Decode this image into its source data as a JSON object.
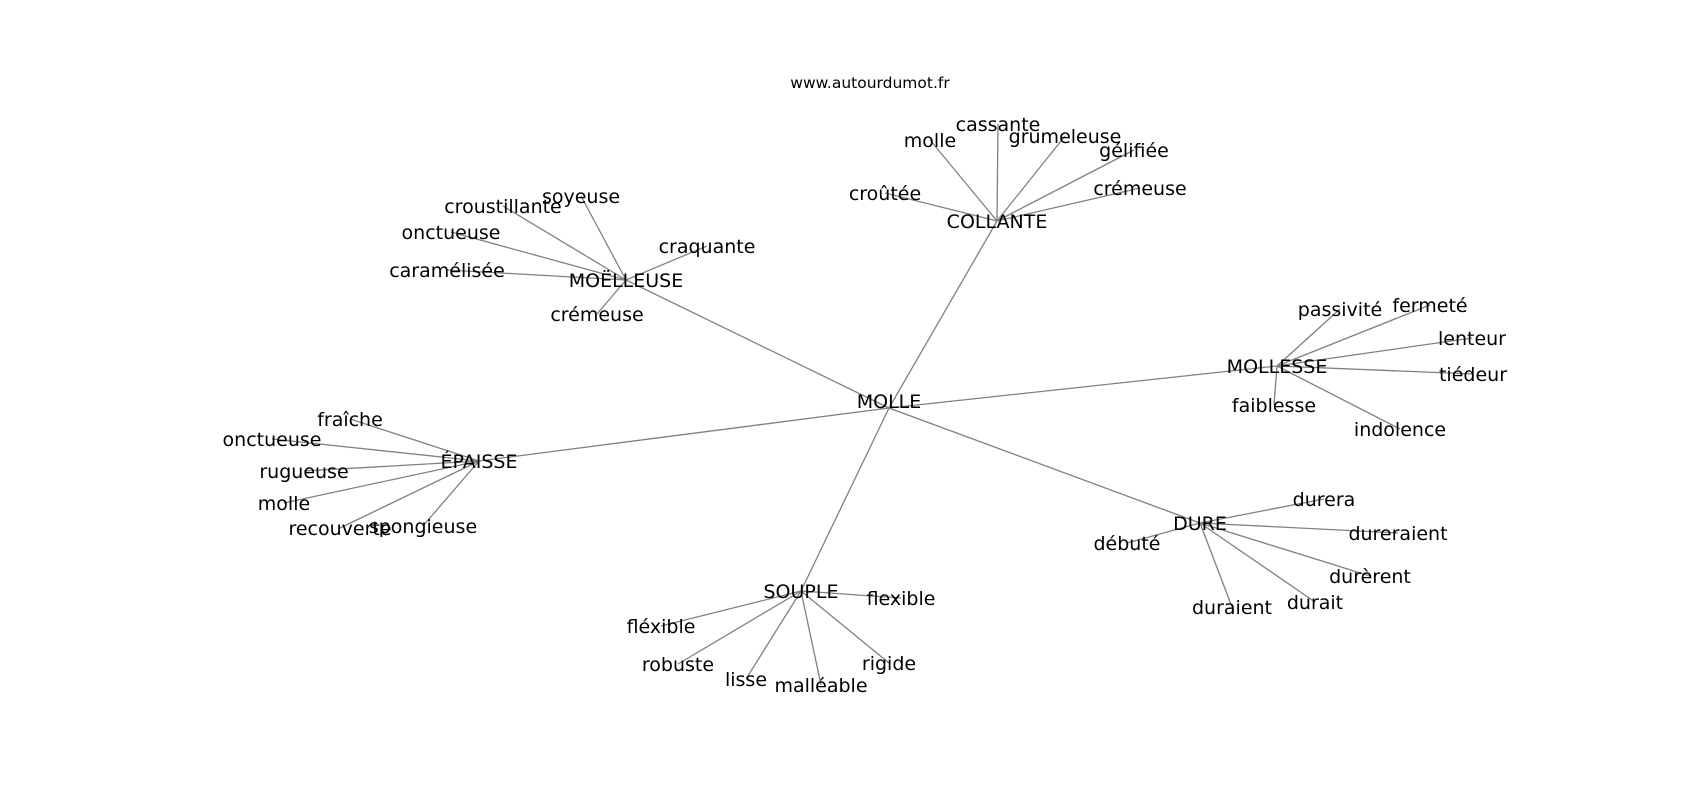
{
  "site": "www.autourdumot.fr",
  "center": "MOLLE",
  "clusters": [
    {
      "hub": "COLLANTE",
      "leaves": [
        "molle",
        "cassante",
        "grumeleuse",
        "gélifiée",
        "crémeuse",
        "croûtée"
      ]
    },
    {
      "hub": "MOËLLEUSE",
      "leaves": [
        "soyeuse",
        "croustillante",
        "onctueuse",
        "caramélisée",
        "crémeuse",
        "craquante"
      ]
    },
    {
      "hub": "MOLLESSE",
      "leaves": [
        "passivité",
        "fermeté",
        "lenteur",
        "tiédeur",
        "indolence",
        "faiblesse"
      ]
    },
    {
      "hub": "ÉPAISSE",
      "leaves": [
        "fraîche",
        "onctueuse",
        "rugueuse",
        "molle",
        "recouverte",
        "spongieuse"
      ]
    },
    {
      "hub": "DURE",
      "leaves": [
        "durera",
        "dureraient",
        "durèrent",
        "durait",
        "duraient",
        "débuté"
      ]
    },
    {
      "hub": "SOUPLE",
      "leaves": [
        "flexible",
        "rigide",
        "malléable",
        "lisse",
        "robuste",
        "fléxible"
      ]
    }
  ]
}
